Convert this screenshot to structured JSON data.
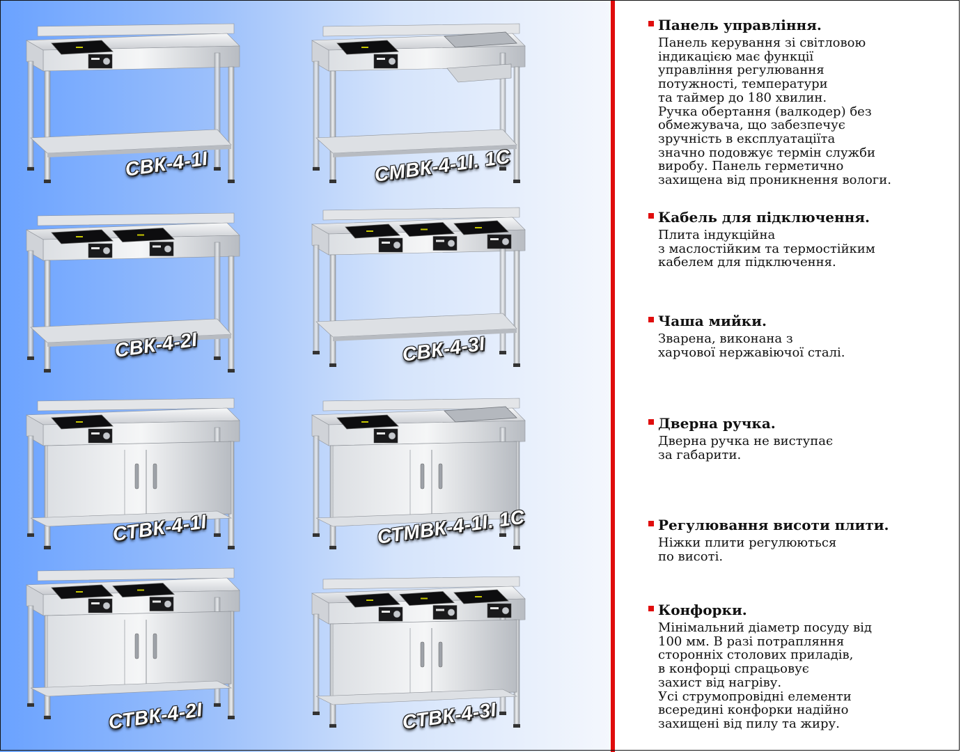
{
  "products": [
    {
      "model": "СВК-4-1І",
      "type": "open",
      "burners": 1,
      "sink": false
    },
    {
      "model": "СМВК-4-1І. 1С",
      "type": "open",
      "burners": 1,
      "sink": true
    },
    {
      "model": "СВК-4-2І",
      "type": "open",
      "burners": 2,
      "sink": false
    },
    {
      "model": "СВК-4-3І",
      "type": "open",
      "burners": 3,
      "sink": false
    },
    {
      "model": "СТВК-4-1І",
      "type": "cabinet",
      "burners": 1,
      "sink": false
    },
    {
      "model": "СТМВК-4-1І. 1С",
      "type": "cabinet",
      "burners": 1,
      "sink": true
    },
    {
      "model": "СТВК-4-2І",
      "type": "cabinet",
      "burners": 2,
      "sink": false
    },
    {
      "model": "СТВК-4-3І",
      "type": "cabinet",
      "burners": 3,
      "sink": false
    }
  ],
  "features": [
    {
      "title": "Панель управління.",
      "lines": [
        "Панель керування зі світловою",
        "індикацією має функції",
        "управління регулювання",
        "потужності, температури",
        "та таймер до 180 хвилин.",
        "Ручка обертання (валкодер) без",
        "обмежувача, що забезпечує",
        "зручність в експлуатаціїта",
        "значно подовжує термін служби",
        "виробу. Панель герметично",
        "захищена від проникнення вологи."
      ]
    },
    {
      "title": "Кабель для підключення.",
      "lines": [
        "Плита індукційна",
        "з маслостійким та термостійким",
        "кабелем для підключення."
      ]
    },
    {
      "title": "Чаша мийки.",
      "lines": [
        "Зварена, виконана з",
        "харчової нержавіючої сталі."
      ]
    },
    {
      "title": "Дверна ручка.",
      "lines": [
        "Дверна ручка не виступає",
        "за габарити."
      ]
    },
    {
      "title": "Регулювання висоти плити.",
      "lines": [
        "Ніжки плити регулюються",
        "по висоті."
      ]
    },
    {
      "title": "Конфорки.",
      "lines": [
        "Мінімальний діаметр посуду від",
        "100 мм. В разі потрапляння",
        "сторонніх столових приладів,",
        "в конфорці спрацьовує",
        "захист від нагріву.",
        "Усі струмопровідні елементи",
        "всередині конфорки надійно",
        "захищені від пилу та жиру."
      ]
    }
  ],
  "colors": {
    "accent_red": "#e00d0d",
    "gradient_left": "#6aa2ff",
    "gradient_right": "#f4f7fd",
    "steel_light": "#eeeff1",
    "steel_mid": "#c6c9ce",
    "steel_dark": "#8e9298",
    "glass": "#0d0d0f"
  }
}
